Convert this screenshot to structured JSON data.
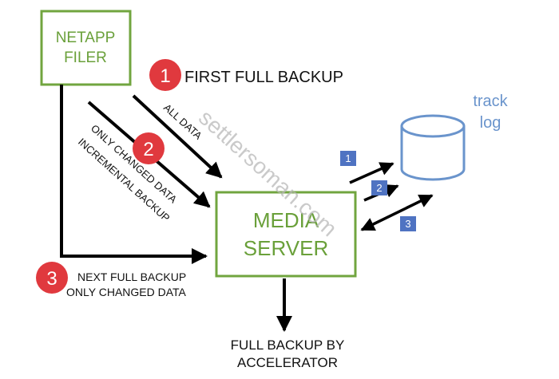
{
  "nodes": {
    "filer": {
      "line1": "NETAPP",
      "line2": "FILER"
    },
    "media_server": {
      "line1": "MEDIA",
      "line2": "SERVER"
    },
    "track_log": {
      "line1": "track",
      "line2": "log"
    },
    "output": {
      "line1": "FULL BACKUP BY",
      "line2": "ACCELERATOR"
    }
  },
  "steps": [
    {
      "number": "1",
      "label": "FIRST FULL BACKUP"
    },
    {
      "number": "2",
      "label": ""
    },
    {
      "number": "3",
      "label_line1": "NEXT FULL BACKUP",
      "label_line2": "ONLY CHANGED DATA"
    }
  ],
  "arrow_labels": {
    "all_data": "ALL DATA",
    "only_changed": "ONLY CHANGED DATA",
    "incremental": "INCREMENTAL BACKUP"
  },
  "log_badges": [
    "1",
    "2",
    "3"
  ],
  "watermark": "settlersoman.com",
  "colors": {
    "box_border": "#71a53f",
    "box_text": "#6aa03a",
    "cylinder": "#6a94cc",
    "track_text": "#6a94cc",
    "badge_red": "#e0393e",
    "badge_blue": "#4f73c2",
    "arrow": "#000000",
    "watermark": "#b8b8b8"
  }
}
